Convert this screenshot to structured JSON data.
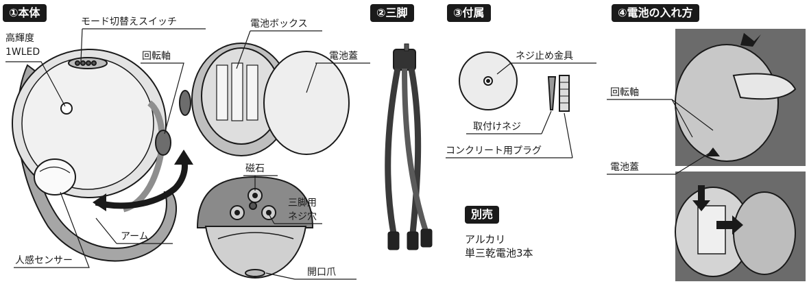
{
  "sections": {
    "body": "①本体",
    "tripod": "②三脚",
    "accessories": "③付属",
    "battery_insert": "④電池の入れ方"
  },
  "labels": {
    "led_line1": "高輝度",
    "led_line2": "1WLED",
    "mode_switch": "モード切替えスイッチ",
    "pivot_main": "回転軸",
    "battery_box": "電池ボックス",
    "battery_lid_main": "電池蓋",
    "magnet": "磁石",
    "tripod_hole_line1": "三脚用",
    "tripod_hole_line2": "ネジ穴",
    "open_claw": "開口爪",
    "motion_sensor": "人感センサー",
    "arm": "アーム",
    "screw_bracket": "ネジ止め金具",
    "mount_screw": "取付けネジ",
    "concrete_plug": "コンクリート用プラグ",
    "pivot_step": "回転軸",
    "battery_lid_step": "電池蓋"
  },
  "sold_separately": {
    "badge": "別売",
    "line1": "アルカリ",
    "line2": "単三乾電池3本"
  },
  "colors": {
    "ink": "#1a1a1a",
    "body_light": "#d9d9d9",
    "body_mid": "#9a9a9a",
    "body_dark": "#4a4a4a",
    "photo_bg": "#6b6b6b"
  }
}
